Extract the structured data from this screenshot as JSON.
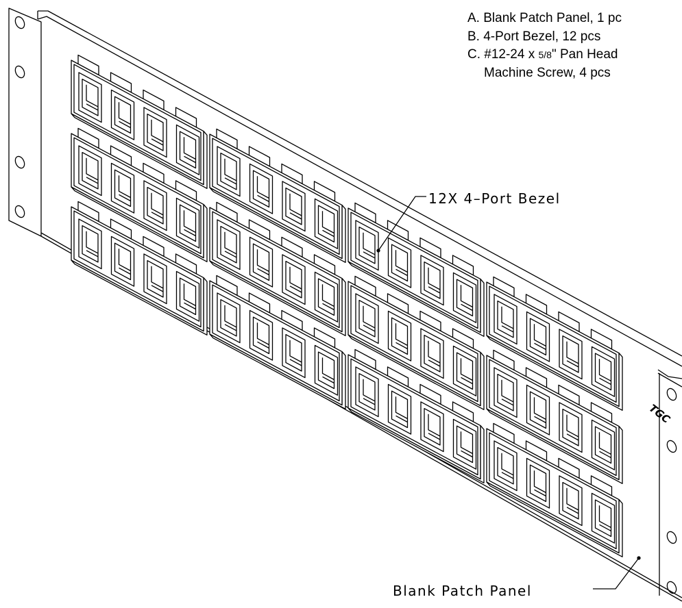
{
  "parts_list": {
    "a": "A. Blank Patch Panel, 1 pc",
    "b": "B. 4-Port Bezel, 12 pcs",
    "c_prefix": "C. #12-24 x ",
    "c_fraction": "5/8",
    "c_suffix": "\" Pan Head",
    "c_line2": "Machine Screw, 4 pcs"
  },
  "callouts": {
    "bezel": "12X 4–Port Bezel",
    "panel": "Blank Patch Panel"
  },
  "logo_text": "TGC",
  "bezel_grid": {
    "columns": 4,
    "rows": 3,
    "ports_per_bezel": 4
  },
  "colors": {
    "line": "#000000",
    "background": "#ffffff"
  }
}
